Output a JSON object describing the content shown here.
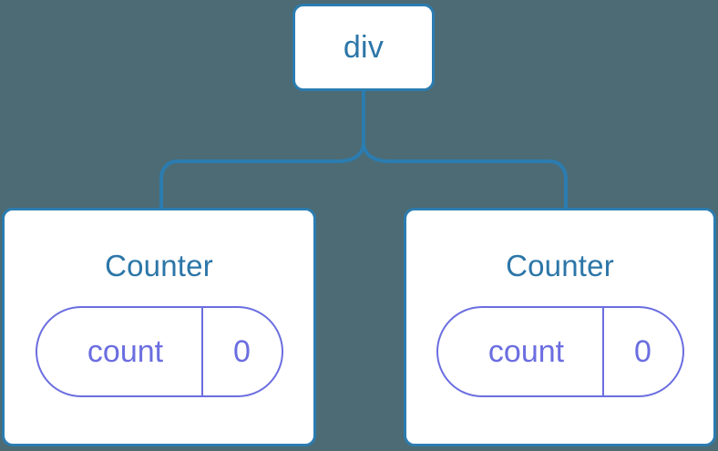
{
  "diagram": {
    "type": "component-tree",
    "background_color": "#4c6b74",
    "node_border_color": "#2b7cb0",
    "node_fill_color": "#ffffff",
    "node_label_color": "#2c76a8",
    "state_color": "#6b6ee0",
    "connector_color": "#2b7cb0",
    "root": {
      "label": "div"
    },
    "children": [
      {
        "title": "Counter",
        "state": {
          "key": "count",
          "value": "0"
        }
      },
      {
        "title": "Counter",
        "state": {
          "key": "count",
          "value": "0"
        }
      }
    ]
  }
}
